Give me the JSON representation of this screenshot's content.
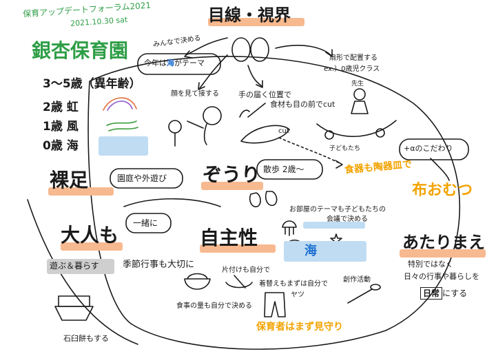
{
  "header": {
    "forum_name": "保育アップデートフォーラム2021",
    "date": "2021.10.30 sat",
    "nursery_name": "銀杏保育園"
  },
  "ages": {
    "mixed": "3〜5歳（異年齢）",
    "age2": "2歳 虹",
    "age1": "1歳 風",
    "age0": "0歳 海"
  },
  "center": {
    "gaze_title": "目線・視界",
    "theme_note": "みんなで決める",
    "theme_bubble_prefix": "今年は",
    "theme_bubble_umi": "海",
    "theme_bubble_suffix": "がテーマ",
    "face_to_face": "顔を見て接する",
    "reach_title": "手の届く位置で",
    "reach_note": "食材も目の前でcut",
    "cut_label": "cut",
    "layout_title": "扇形で配置する",
    "layout_note": "ex.）0歳児クラス",
    "teacher_label": "先生",
    "children_label": "子どもたち"
  },
  "topics": {
    "barefoot": "裸足",
    "barefoot_bubble": "園庭や外遊び",
    "zouri": "ぞうり",
    "zouri_bubble": "散歩 2歳〜",
    "tableware": "食器も陶器皿で",
    "plus_alpha": "+αのこだわり",
    "cloth_diaper": "布おむつ",
    "adults": "大人も",
    "together_bubble": "一緒に",
    "play_live": "遊ぶ＆暮らす",
    "seasonal_events": "季節行事も大切に",
    "mochi": "石臼餅もする",
    "autonomy": "自主性",
    "room_theme": "お部屋のテーマも子どもたちの",
    "room_theme_2": "会議で決める",
    "umi": "海",
    "cleanup": "片付けも自分で",
    "meal_amount": "食事の量も自分で決める",
    "dressing": "着替えもまずは自分で",
    "yatsu": "ヤツ",
    "creative": "創作活動",
    "watch_over": "保育者はまず見守り",
    "natural": "あたりまえ",
    "not_special": "特別ではなく",
    "daily_life": "日々の行事や暮らしを",
    "everyday_prefix": "日常",
    "everyday_suffix": "にする"
  },
  "colors": {
    "green": "#2e9e46",
    "orange_text": "#f2a300",
    "orange_hl": "#f7b98f",
    "blue_hl": "#bfdcf3",
    "umi_blue": "#1d6fd0",
    "ink": "#1a1a1a",
    "grey_hl": "#cfcfcf"
  }
}
